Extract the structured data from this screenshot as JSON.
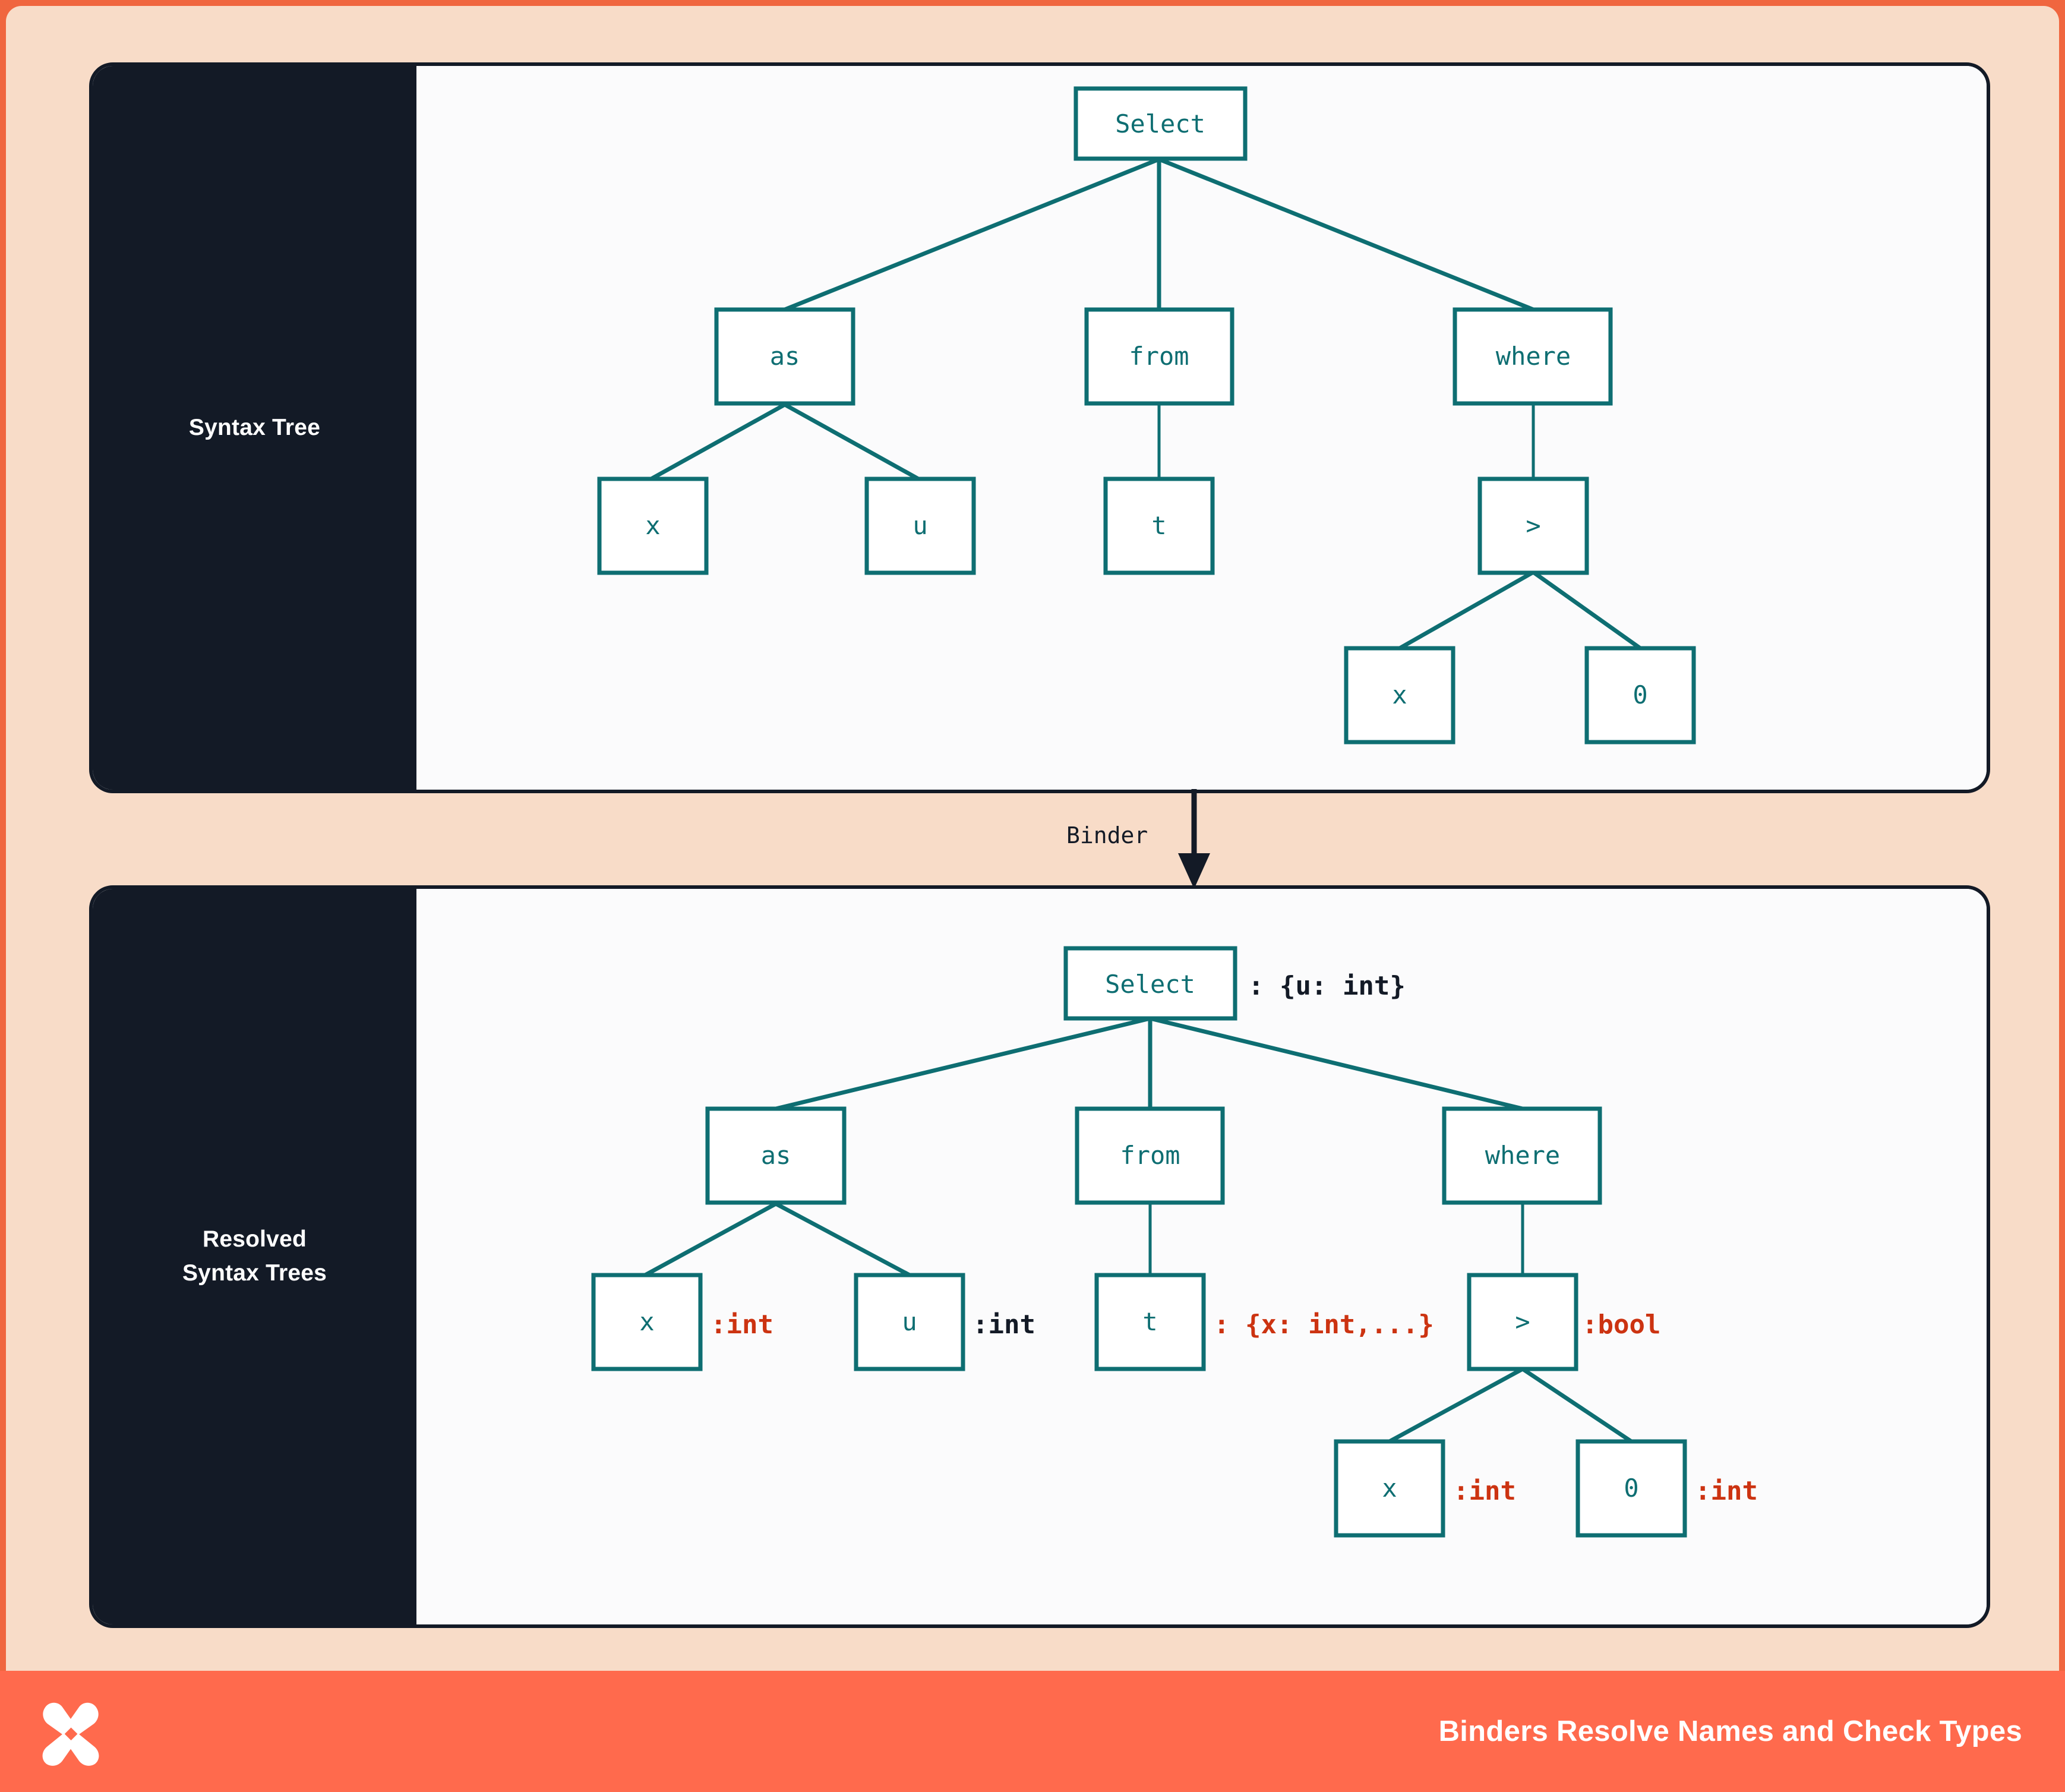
{
  "colors": {
    "frame_orange": "#F0663F",
    "canvas_peach": "#F8DCC8",
    "panel_dark": "#131A26",
    "panel_white": "#FBFBFC",
    "node_teal": "#0E6E72",
    "annotation_red": "#CC3311",
    "annotation_dark": "#131A26",
    "footer_orange": "#FF6A4D"
  },
  "panels": {
    "top": {
      "label": "Syntax Tree"
    },
    "bottom": {
      "label_line1": "Resolved",
      "label_line2": "Syntax Trees"
    }
  },
  "binder": {
    "label": "Binder",
    "arrow": "down-arrow"
  },
  "footer": {
    "caption": "Binders Resolve Names and Check Types",
    "logo": "x-logo"
  },
  "syntax_tree": {
    "nodes": [
      {
        "id": "select",
        "label": "Select"
      },
      {
        "id": "as",
        "label": "as"
      },
      {
        "id": "from",
        "label": "from"
      },
      {
        "id": "where",
        "label": "where"
      },
      {
        "id": "x1",
        "label": "x"
      },
      {
        "id": "u",
        "label": "u"
      },
      {
        "id": "t",
        "label": "t"
      },
      {
        "id": "gt",
        "label": ">"
      },
      {
        "id": "x2",
        "label": "x"
      },
      {
        "id": "zero",
        "label": "0"
      }
    ],
    "edges": [
      [
        "select",
        "as"
      ],
      [
        "select",
        "from"
      ],
      [
        "select",
        "where"
      ],
      [
        "as",
        "x1"
      ],
      [
        "as",
        "u"
      ],
      [
        "from",
        "t"
      ],
      [
        "where",
        "gt"
      ],
      [
        "gt",
        "x2"
      ],
      [
        "gt",
        "zero"
      ]
    ]
  },
  "resolved_syntax_tree": {
    "nodes": [
      {
        "id": "select",
        "label": "Select",
        "annotation": ": {u: int}",
        "annotation_color": "#131A26"
      },
      {
        "id": "as",
        "label": "as",
        "annotation": "",
        "annotation_color": "#131A26"
      },
      {
        "id": "from",
        "label": "from",
        "annotation": "",
        "annotation_color": "#131A26"
      },
      {
        "id": "where",
        "label": "where",
        "annotation": "",
        "annotation_color": "#131A26"
      },
      {
        "id": "x1",
        "label": "x",
        "annotation": ":int",
        "annotation_color": "#CC3311"
      },
      {
        "id": "u",
        "label": "u",
        "annotation": ":int",
        "annotation_color": "#131A26"
      },
      {
        "id": "t",
        "label": "t",
        "annotation": ": {x: int,...}",
        "annotation_color": "#CC3311"
      },
      {
        "id": "gt",
        "label": ">",
        "annotation": ":bool",
        "annotation_color": "#CC3311"
      },
      {
        "id": "x2",
        "label": "x",
        "annotation": ":int",
        "annotation_color": "#CC3311"
      },
      {
        "id": "zero",
        "label": "0",
        "annotation": ":int",
        "annotation_color": "#CC3311"
      }
    ],
    "edges": [
      [
        "select",
        "as"
      ],
      [
        "select",
        "from"
      ],
      [
        "select",
        "where"
      ],
      [
        "as",
        "x1"
      ],
      [
        "as",
        "u"
      ],
      [
        "from",
        "t"
      ],
      [
        "where",
        "gt"
      ],
      [
        "gt",
        "x2"
      ],
      [
        "gt",
        "zero"
      ]
    ]
  }
}
